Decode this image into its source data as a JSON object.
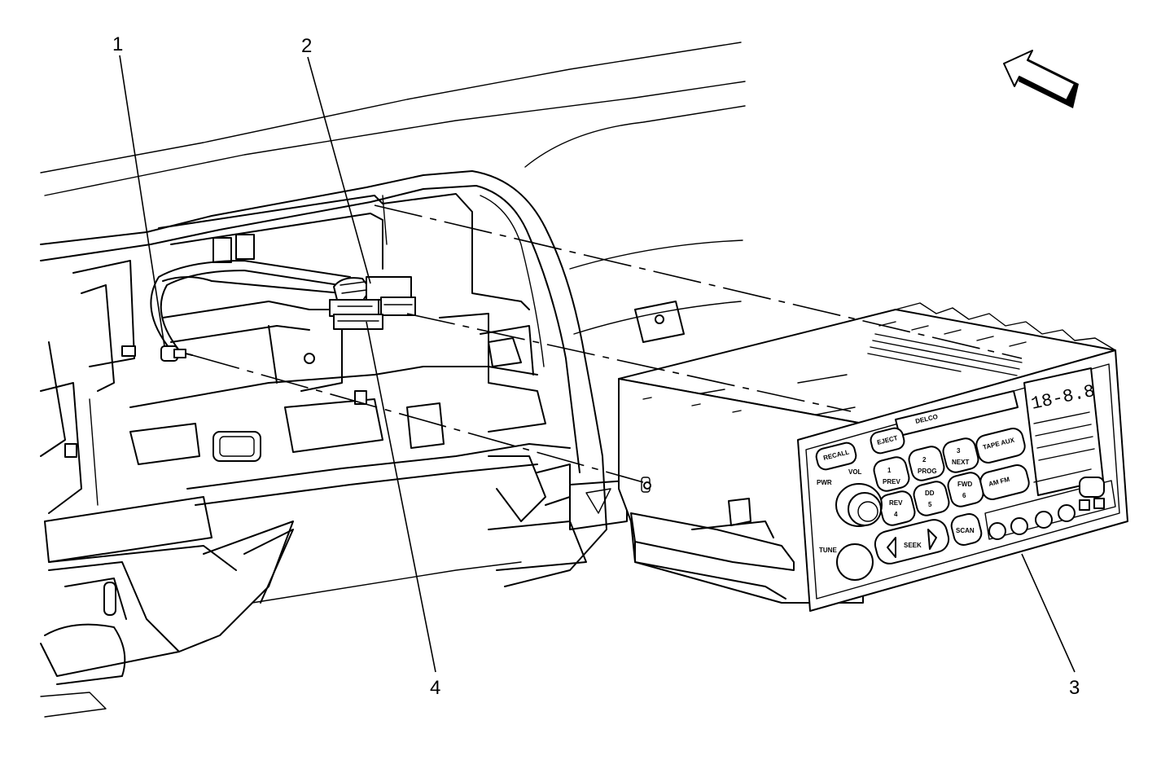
{
  "callouts": {
    "c1": "1",
    "c2": "2",
    "c3": "3",
    "c4": "4"
  },
  "radio": {
    "brand": "DELCO",
    "display": "18-8.8",
    "buttons": {
      "recall": "RECALL",
      "eject": "EJECT",
      "tape_aux": "TAPE AUX",
      "am_fm": "AM FM",
      "preset1": "1",
      "preset1_sub": "PREV",
      "preset2": "2",
      "preset2_sub": "PROG",
      "preset3": "3",
      "preset3_sub": "NEXT",
      "preset4": "4",
      "preset4_sub": "REV",
      "preset5": "5",
      "preset5_sub": "DD",
      "preset6": "6",
      "preset6_sub": "FWD",
      "seek": "SEEK",
      "scan": "SCAN",
      "pwr": "PWR",
      "vol": "VOL",
      "tune": "TUNE"
    }
  },
  "colors": {
    "line": "#000000",
    "background": "#ffffff"
  },
  "icons": {
    "direction": "front-direction-arrow-icon"
  }
}
